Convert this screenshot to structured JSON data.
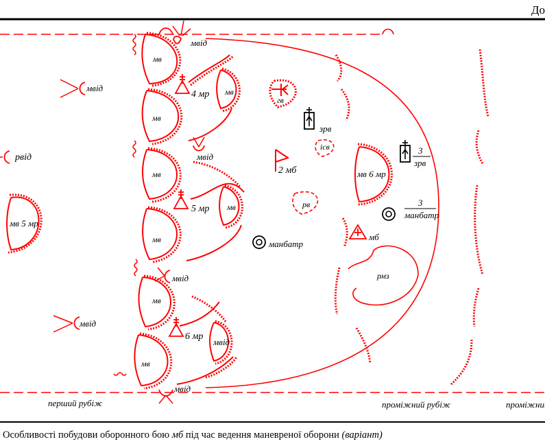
{
  "header_fragment": "До",
  "caption": {
    "part1": "Особливості побудови оборонного бою ",
    "unit": "мб",
    "part2": " під час ведення маневреної оборони ",
    "variant": "(варіант)"
  },
  "labels": {
    "mv": "мв",
    "mvid": "мвід",
    "rvid": "рвід",
    "mv5mr": "мв 5 мр",
    "mr4": "4 мр",
    "mr5": "5 мр",
    "mr6": "6 мр",
    "mb2": "2 мб",
    "gv": "гв",
    "zrv": "зрв",
    "isv": "ісв",
    "rv": "рв",
    "manbatr": "манбатр",
    "mv6mr": "мв 6 мр",
    "zrv3_num": "3",
    "zrv3_den": "зрв",
    "manbatr3_num": "3",
    "manbatr3_den": "манбатр",
    "mb": "мб",
    "rmz": "рмз",
    "first_line": "перший рубіж",
    "inter_line": "проміжний рубіж",
    "inter_line2": "проміжний"
  },
  "colors": {
    "symbol": "#ff0000",
    "text": "#000000"
  }
}
